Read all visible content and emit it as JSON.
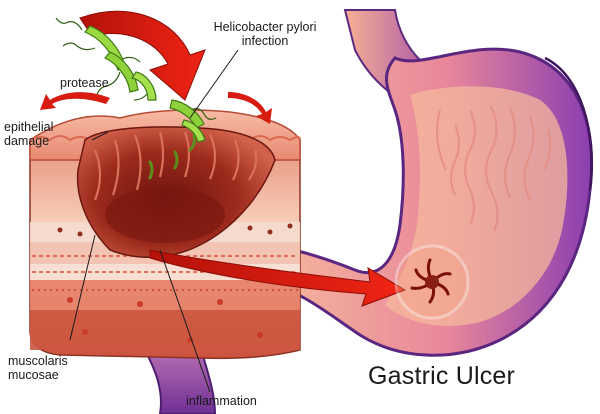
{
  "labels": {
    "infection_line1": "Helicobacter pylori",
    "infection_line2": "infection",
    "protease": "protease",
    "epithelial_line1": "epithelial",
    "epithelial_line2": "damage",
    "muscolaris_line1": "muscolaris",
    "muscolaris_line2": "mucosae",
    "inflammation": "inflammation",
    "title": "Gastric Ulcer"
  },
  "colors": {
    "stomach_outer": "#7b3aa8",
    "stomach_inner": "#f3a78a",
    "tissue_pink": "#f2a78e",
    "ulcer_dark": "#8a1f16",
    "arrow_red": "#e01b10",
    "bacteria_green": "#8fd13a"
  },
  "icons": {
    "bacterium": "helicobacter-bacterium-icon",
    "ulcer": "ulcer-lesion-icon"
  }
}
